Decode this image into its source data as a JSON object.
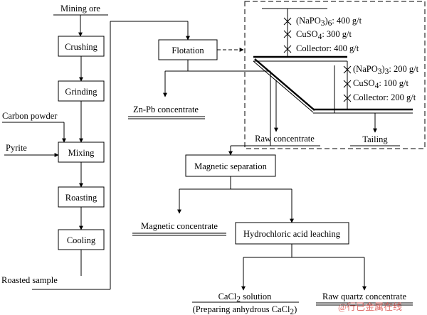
{
  "left_column": {
    "mining_ore": "Mining ore",
    "crushing": "Crushing",
    "grinding": "Grinding",
    "carbon_powder": "Carbon powder",
    "pyrite": "Pyrite",
    "mixing": "Mixing",
    "roasting": "Roasting",
    "cooling": "Cooling",
    "roasted_sample": "Roasted sample"
  },
  "center": {
    "flotation": "Flotation",
    "zn_pb_concentrate": "Zn-Pb concentrate",
    "magnetic_separation": "Magnetic separation",
    "magnetic_concentrate": "Magnetic concentrate",
    "hcl_leaching": "Hydrochloric acid leaching",
    "cacl2_solution": "CaCl",
    "cacl2_solution_sub": "2",
    "cacl2_solution_tail": " solution",
    "preparing_a": "(Preparing anhydrous CaCl",
    "preparing_sub": "2",
    "preparing_b": ")",
    "raw_quartz": "Raw quartz concentrate"
  },
  "inset": {
    "rougher_reagents": [
      {
        "a": "(NaPO",
        "a_sub": "3",
        "b": ")",
        "b_sub": "6",
        "c": ": 400 g/t"
      },
      {
        "a": "CuSO",
        "a_sub": "4",
        "b": "",
        "b_sub": "",
        "c": ": 300 g/t"
      },
      {
        "a": "Collector",
        "a_sub": "",
        "b": "",
        "b_sub": "",
        "c": ": 400 g/t"
      }
    ],
    "scavenger_reagents": [
      {
        "a": "(NaPO",
        "a_sub": "3",
        "b": ")",
        "b_sub": "3",
        "c": ": 200 g/t"
      },
      {
        "a": "CuSO",
        "a_sub": "4",
        "b": "",
        "b_sub": "",
        "c": ": 100 g/t"
      },
      {
        "a": "Collector",
        "a_sub": "",
        "b": "",
        "b_sub": "",
        "c": ": 200 g/t"
      }
    ],
    "raw_concentrate": "Raw concentrate",
    "tailing": "Tailing"
  },
  "watermark": "@行已金属在线"
}
